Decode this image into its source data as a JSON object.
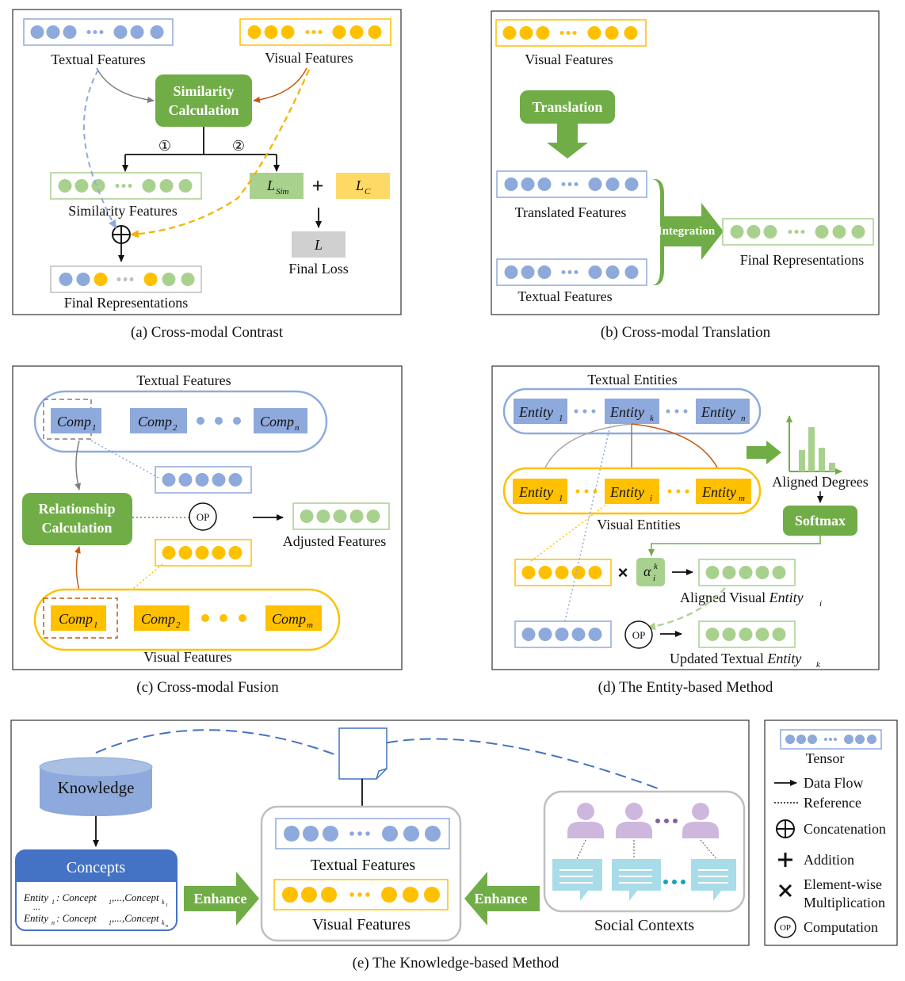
{
  "colors": {
    "blue": "#8EA9DB",
    "blue_border": "#8FAADC",
    "yellow": "#FFC000",
    "yellow_border": "#FFC000",
    "green": "#A9D18E",
    "green_border": "#A9D18E",
    "green_dark": "#70AD47",
    "gray": "#D0D0D0",
    "blue_dark": "#4472C4",
    "cyan_light": "#A8DCE8",
    "purple_light": "#CDB7DD",
    "arrow_orange": "#C55A11"
  },
  "panel_a": {
    "caption": "(a) Cross-modal Contrast",
    "textual_features": "Textual Features",
    "visual_features": "Visual Features",
    "similarity_calc_line1": "Similarity",
    "similarity_calc_line2": "Calculation",
    "branch1": "①",
    "branch2": "②",
    "similarity_features": "Similarity Features",
    "l_sim_main": "L",
    "l_sim_sub": "Sim",
    "plus": "+",
    "l_c_main": "L",
    "l_c_sub": "C",
    "l_final": "L",
    "final_loss": "Final Loss",
    "final_representations": "Final Representations"
  },
  "panel_b": {
    "caption": "(b) Cross-modal Translation",
    "visual_features": "Visual Features",
    "translation": "Translation",
    "translated_features": "Translated Features",
    "textual_features": "Textual Features",
    "integration": "Integration",
    "final_representations": "Final Representations"
  },
  "panel_c": {
    "caption": "(c) Cross-modal Fusion",
    "textual_features": "Textual Features",
    "visual_features": "Visual Features",
    "comp": "Comp",
    "sub_1": "1",
    "sub_2": "2",
    "sub_n": "n",
    "sub_m": "m",
    "relationship_line1": "Relationship",
    "relationship_line2": "Calculation",
    "op": "OP",
    "adjusted_features": "Adjusted Features"
  },
  "panel_d": {
    "caption": "(d) The Entity-based Method",
    "textual_entities": "Textual Entities",
    "visual_entities": "Visual Entities",
    "entity": "Entity",
    "sub_1": "1",
    "sub_k": "k",
    "sub_n": "n",
    "sub_i": "i",
    "sub_m": "m",
    "aligned_degrees": "Aligned Degrees",
    "softmax": "Softmax",
    "times": "×",
    "alpha": "α",
    "alpha_sup": "k",
    "alpha_sub": "i",
    "aligned_visual_prefix": "Aligned Visual ",
    "op": "OP",
    "updated_textual_prefix": "Updated Textual "
  },
  "panel_e": {
    "caption": "(e) The Knowledge-based Method",
    "knowledge": "Knowledge",
    "concepts": "Concepts",
    "concept_line1_entity": "Entity",
    "concept_line1_sub": "1",
    "concept_line1_rest": " : Concept",
    "concept_sub_1": "1",
    "concept_ellipsis": ",...,Concept",
    "concept_line1_end_sub": "k",
    "concept_line1_end_subsub": "1",
    "concept_dots": "...",
    "concept_line2_sub": "n",
    "concept_line2_end_subsub": "n",
    "enhance": "Enhance",
    "textual_features": "Textual Features",
    "visual_features": "Visual Features",
    "social_contexts": "Social Contexts"
  },
  "legend": {
    "tensor": "Tensor",
    "data_flow": "Data Flow",
    "reference": "Reference",
    "concatenation": "Concatenation",
    "addition": "Addition",
    "element_wise_line1": "Element-wise",
    "element_wise_line2": "Multiplication",
    "computation": "Computation",
    "op": "OP"
  }
}
